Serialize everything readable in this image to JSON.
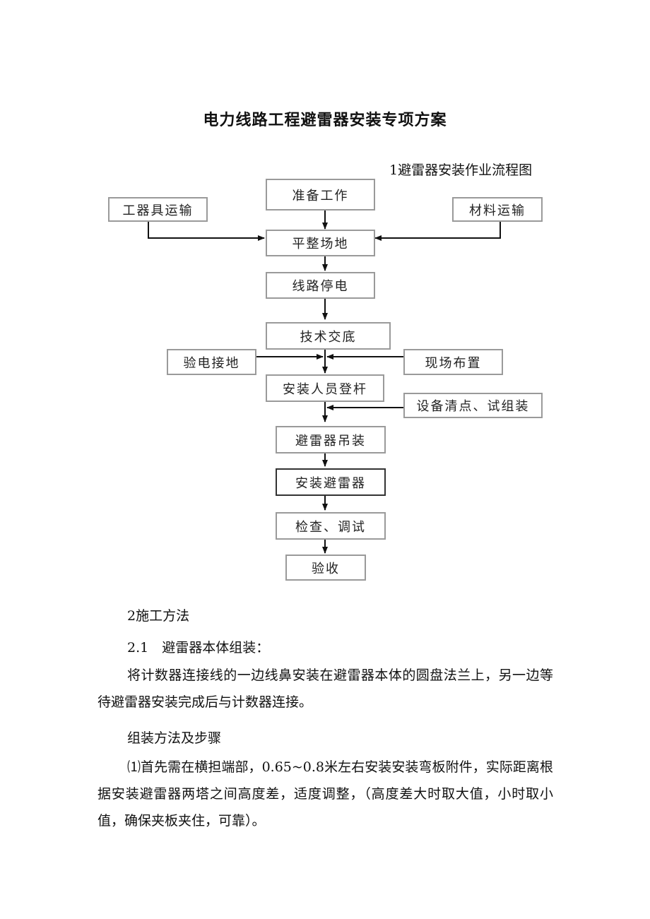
{
  "document": {
    "title": "电力线路工程避雷器安装专项方案",
    "figure_caption": "1避雷器安装作业流程图"
  },
  "flowchart": {
    "steps": {
      "prepare": "准备工作",
      "tools_transport": "工器具运输",
      "material_transport": "材料运输",
      "level_site": "平整场地",
      "power_off": "线路停电",
      "tech_briefing": "技术交底",
      "check_ground": "验电接地",
      "site_layout": "现场布置",
      "climb": "安装人员登杆",
      "equipment_check": "设备清点、试组装",
      "hoist": "避雷器吊装",
      "install": "安装避雷器",
      "inspect": "检查、调试",
      "accept": "验收"
    }
  },
  "body": {
    "section2_heading": "2施工方法",
    "section2_1_heading": "2.1　避雷器本体组装：",
    "para1": "将计数器连接线的一边线鼻安装在避雷器本体的圆盘法兰上，另一边等待避雷器安装完成后与计数器连接。",
    "subheading": "组装方法及步骤",
    "para2": "⑴首先需在横担端部，0.65~0.8米左右安装安装弯板附件，实际距离根据安装避雷器两塔之间高度差，适度调整，（高度差大时取大值，小时取小值，确保夹板夹住，可靠）。"
  }
}
